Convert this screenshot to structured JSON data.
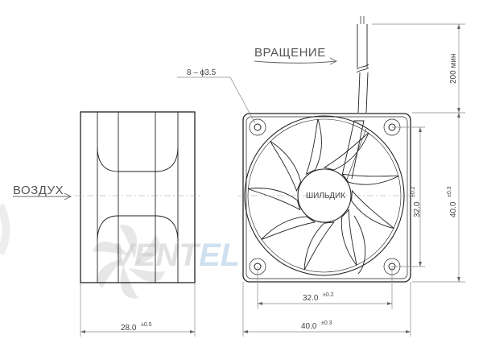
{
  "labels": {
    "rotation": "ВРАЩЕНИЕ",
    "air": "ВОЗДУХ",
    "nameplate": "ШИЛЬДИК",
    "holes": "8 – ϕ3.5",
    "wire_length": "200 мин"
  },
  "dimensions": {
    "depth_value": "28.0",
    "depth_tol": "±0.5",
    "width_value": "40.0",
    "width_tol": "±0.3",
    "hole_spacing_h_value": "32.0",
    "hole_spacing_h_tol": "±0.2",
    "hole_spacing_v_value": "32.0",
    "hole_spacing_v_tol": "±0.2",
    "height_value": "40.0",
    "height_tol": "±0.3"
  },
  "watermark": {
    "text_a": "VENT",
    "text_b": "EL",
    "color_a": "#c9c9c9",
    "color_b": "#bcd3ea"
  },
  "colors": {
    "line": "#222222",
    "dimension": "#888888"
  }
}
